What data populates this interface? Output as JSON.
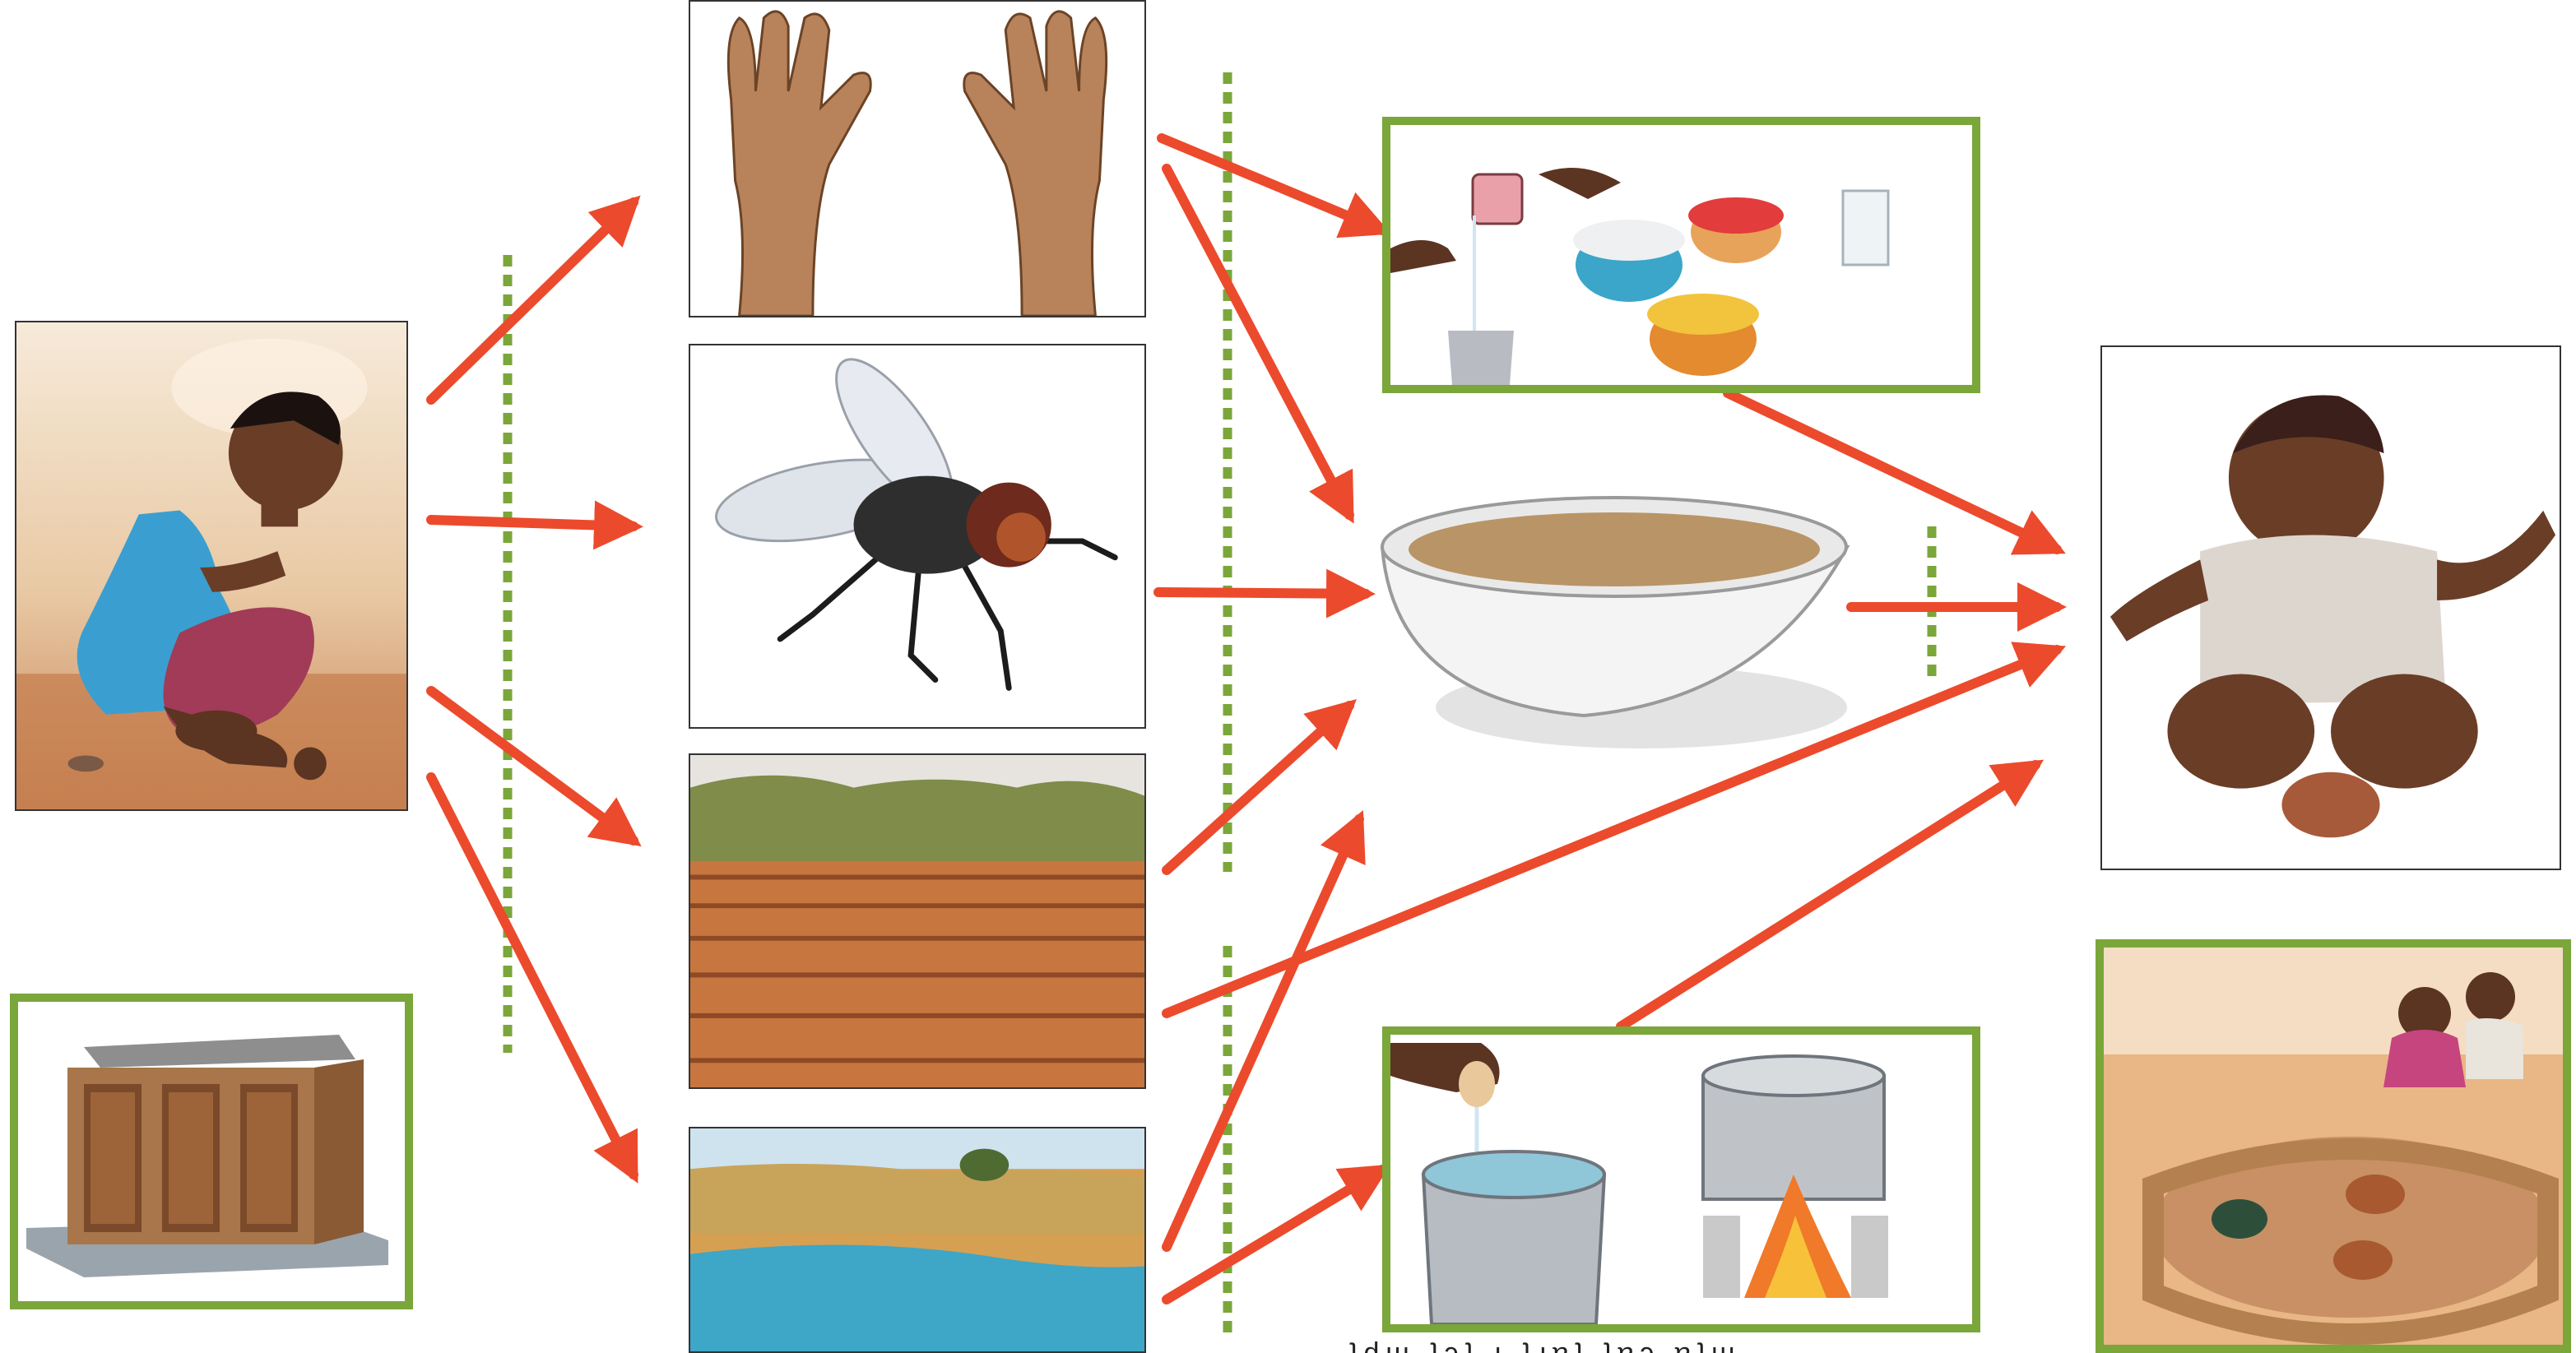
{
  "diagram": {
    "title": "",
    "colors": {
      "arrow": "#ec4a2c",
      "barrier": "#7aa63a",
      "frame": "#333333"
    },
    "nodes": [
      {
        "id": "open-defecation",
        "kind": "source",
        "icon": "child-defecating-illustration"
      },
      {
        "id": "latrine",
        "kind": "barrier",
        "icon": "latrine-illustration"
      },
      {
        "id": "fingers",
        "kind": "pathway",
        "icon": "hands-illustration"
      },
      {
        "id": "flies",
        "kind": "pathway",
        "icon": "housefly-illustration"
      },
      {
        "id": "fields",
        "kind": "pathway",
        "icon": "field-illustration"
      },
      {
        "id": "water",
        "kind": "pathway",
        "icon": "river-illustration"
      },
      {
        "id": "handwashing-food-covering",
        "kind": "barrier",
        "icon": "handwashing-and-covered-food-illustration"
      },
      {
        "id": "food",
        "kind": "pathway",
        "icon": "porridge-bowl-illustration"
      },
      {
        "id": "water-treatment",
        "kind": "barrier",
        "icon": "water-treatment-illustration"
      },
      {
        "id": "new-host",
        "kind": "outcome",
        "icon": "baby-illustration"
      },
      {
        "id": "animal-enclosure",
        "kind": "barrier",
        "icon": "penned-chickens-illustration"
      }
    ],
    "edges": [
      {
        "from": "open-defecation",
        "to": "fingers"
      },
      {
        "from": "open-defecation",
        "to": "flies"
      },
      {
        "from": "open-defecation",
        "to": "fields"
      },
      {
        "from": "open-defecation",
        "to": "water"
      },
      {
        "from": "fingers",
        "to": "handwashing-food-covering"
      },
      {
        "from": "fingers",
        "to": "food"
      },
      {
        "from": "flies",
        "to": "food"
      },
      {
        "from": "fields",
        "to": "food"
      },
      {
        "from": "fields",
        "to": "new-host"
      },
      {
        "from": "water",
        "to": "food"
      },
      {
        "from": "water",
        "to": "water-treatment"
      },
      {
        "from": "handwashing-food-covering",
        "to": "new-host"
      },
      {
        "from": "food",
        "to": "new-host"
      },
      {
        "from": "water-treatment",
        "to": "new-host"
      }
    ],
    "barrier_lines": 4,
    "footer_text": "ʇdɯ ʇɔʇ ɟ ʇɹɐʇ ʇɐɔ ɐʇɯ"
  }
}
